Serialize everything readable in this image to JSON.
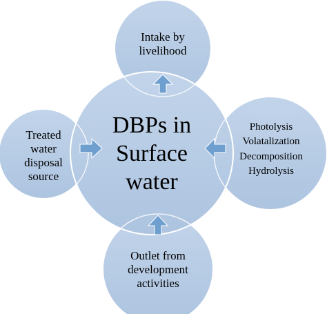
{
  "diagram": {
    "colors": {
      "circle_fill": "#b8cce4",
      "circle_stroke": "#ffffff",
      "center_fill": "#b8cce4",
      "arrow_fill": "#6f9fcf"
    },
    "center": {
      "lines": [
        "DBPs in",
        "Surface",
        "water"
      ]
    },
    "top": {
      "lines": [
        "Intake by",
        "livelihood"
      ]
    },
    "left": {
      "lines": [
        "Treated",
        "water",
        "disposal",
        "source"
      ]
    },
    "right": {
      "lines": [
        "Photolysis",
        "Volatalization",
        "Decomposition",
        "Hydrolysis"
      ]
    },
    "bottom": {
      "lines": [
        "Outlet from",
        "development",
        "activities"
      ]
    }
  }
}
